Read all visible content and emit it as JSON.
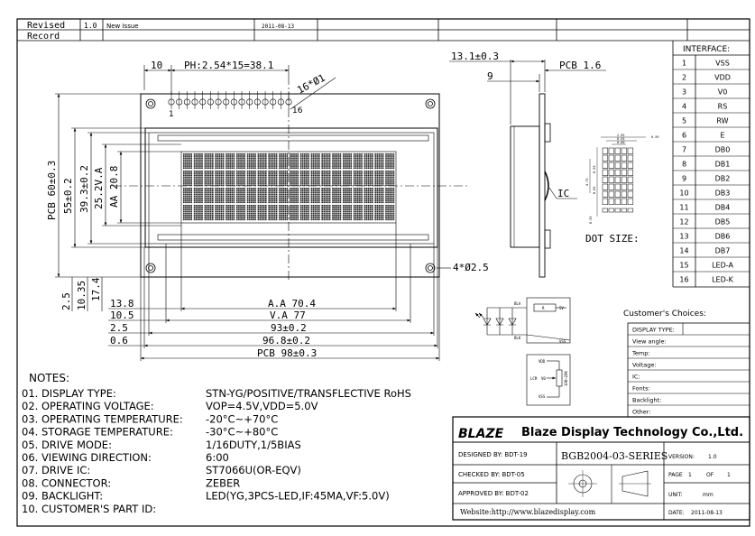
{
  "revision": {
    "label_line1": "Revised",
    "label_line2": "Record",
    "version": "1.0",
    "description": "New Issue",
    "date": "2011-08-13"
  },
  "dimensions": {
    "pitch": "PH:2.54*15=38.1",
    "pin_offset": "10",
    "pin_hole": "16*Ø1",
    "pin_first": "1",
    "pin_last": "16",
    "height_outer": "PCB 60±0.3",
    "height_bezel": "55±0.2",
    "height_frame": "39.3±0.2",
    "height_va": "25.2V.A",
    "height_aa": "AA 20.8",
    "bottom_1": "2.5",
    "bottom_2": "10.35",
    "bottom_3": "17.4",
    "width_aa_offset": "13.8",
    "width_aa": "A.A 70.4",
    "width_va_offset": "10.5",
    "width_va": "V.A 77",
    "width_frame_offset": "2.5",
    "width_frame": "93±0.2",
    "width_bezel_offset": "0.6",
    "width_bezel": "96.8±0.2",
    "width_pcb": "PCB 98±0.3",
    "mount_holes": "4*Ø2.5",
    "side_total": "13.1±0.3",
    "side_pcb_offset": "9",
    "side_pcb": "PCB 1.6",
    "side_ic": "IC",
    "dot_size": "DOT SIZE:"
  },
  "dot_dims": [
    "2.95",
    "0.55",
    "0.60",
    "0.59",
    "4.75",
    "0.55",
    "0.65",
    "0.55"
  ],
  "interface": {
    "title": "INTERFACE:",
    "pins": [
      {
        "no": "1",
        "name": "VSS"
      },
      {
        "no": "2",
        "name": "VDD"
      },
      {
        "no": "3",
        "name": "V0"
      },
      {
        "no": "4",
        "name": "RS"
      },
      {
        "no": "5",
        "name": "RW"
      },
      {
        "no": "6",
        "name": "E"
      },
      {
        "no": "7",
        "name": "DB0"
      },
      {
        "no": "8",
        "name": "DB1"
      },
      {
        "no": "9",
        "name": "DB2"
      },
      {
        "no": "10",
        "name": "DB3"
      },
      {
        "no": "11",
        "name": "DB4"
      },
      {
        "no": "12",
        "name": "DB5"
      },
      {
        "no": "13",
        "name": "DB6"
      },
      {
        "no": "14",
        "name": "DB7"
      },
      {
        "no": "15",
        "name": "LED-A"
      },
      {
        "no": "16",
        "name": "LED-K"
      }
    ]
  },
  "circuit": {
    "bla": "BLA",
    "blk": "BLK",
    "r": "R",
    "v5": "5V",
    "vss": "VSS",
    "vdd": "VDD",
    "lcm": "LCM",
    "v0": "V0",
    "pot": "10K~20K"
  },
  "customer": {
    "title": "Customer's Choices:",
    "rows": [
      "DISPLAY TYPE:",
      "View angle:",
      "Temp:",
      "Voltage:",
      "IC:",
      "Fonts:",
      "Backlight:",
      "Other:"
    ]
  },
  "notes": {
    "title": "NOTES:",
    "items": [
      {
        "label": "01. DISPLAY TYPE:",
        "value": "STN-YG/POSITIVE/TRANSFLECTIVE RoHS"
      },
      {
        "label": "02. OPERATING VOLTAGE:",
        "value": "VOP=4.5V,VDD=5.0V"
      },
      {
        "label": "03. OPERATING TEMPERATURE:",
        "value": "-20°C~+70°C"
      },
      {
        "label": "04. STORAGE TEMPERATURE:",
        "value": "-30°C~+80°C"
      },
      {
        "label": "05. DRIVE MODE:",
        "value": "1/16DUTY,1/5BIAS"
      },
      {
        "label": "06. VIEWING DIRECTION:",
        "value": "6:00"
      },
      {
        "label": "07. DRIVE IC:",
        "value": "ST7066U(OR-EQV)"
      },
      {
        "label": "08. CONNECTOR:",
        "value": "ZEBER"
      },
      {
        "label": "09. BACKLIGHT:",
        "value": "LED(YG,3PCS-LED,IF:45MA,VF:5.0V)"
      },
      {
        "label": "10. CUSTOMER'S PART ID:",
        "value": ""
      }
    ]
  },
  "titleblock": {
    "logo": "BLAZE",
    "company": "Blaze Display Technology Co.,Ltd.",
    "designed": "DESIGNED BY:  BDT-19",
    "checked": "CHECKED BY:  BDT-05",
    "approved": "APPROVED BY: BDT-02",
    "part": "BGB2004-03-SERIES",
    "version_label": "VERSION:",
    "version_value": "1.0",
    "page_label": "PAGE",
    "page_no": "1",
    "page_of": "OF",
    "page_total": "1",
    "unit_label": "UNIT:",
    "unit_value": "mm",
    "website": "Website:http://www.blazedisplay.com",
    "date_label": "DATE:",
    "date_value": "2011-08-13"
  },
  "colors": {
    "line": "#000000",
    "paper": "#ffffff"
  }
}
